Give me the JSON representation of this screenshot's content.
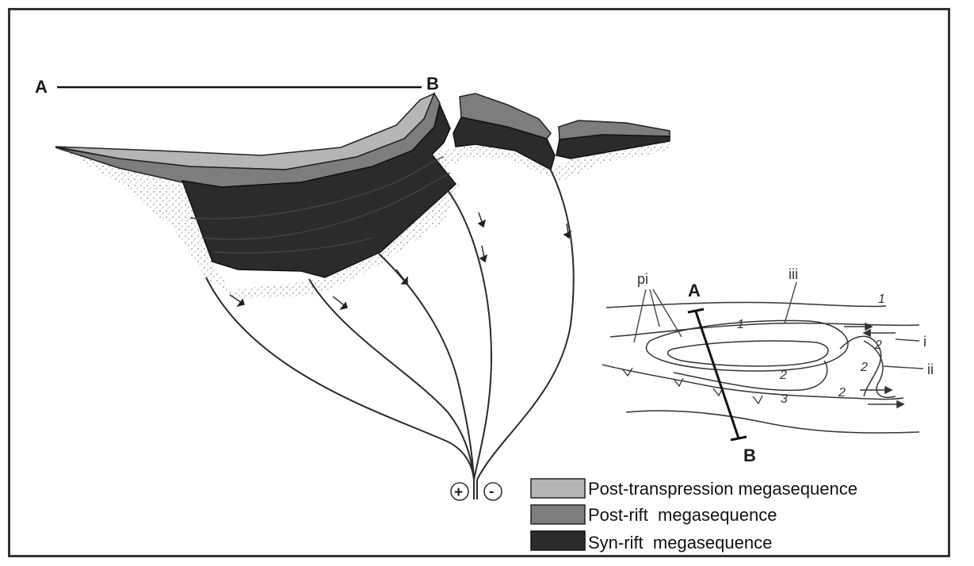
{
  "section": {
    "label_a": "A",
    "label_b": "B"
  },
  "map": {
    "label_a": "A",
    "label_b": "B",
    "label_pi": "pi",
    "label_iii": "iii",
    "label_i": "i",
    "label_ii": "ii",
    "numbers": [
      "1",
      "1",
      "2",
      "2",
      "2",
      "2",
      "3"
    ]
  },
  "polarity": {
    "plus": "+",
    "minus": "-"
  },
  "legend": {
    "items": [
      {
        "label": "Post-transpression megasequence",
        "color": "#b5b5b5"
      },
      {
        "label": "Post-rift  megasequence",
        "color": "#7d7d7d"
      },
      {
        "label": "Syn-rift  megasequence",
        "color": "#2b2b2b"
      }
    ]
  },
  "colors": {
    "post_transpression": "#b5b5b5",
    "post_rift": "#7d7d7d",
    "syn_rift": "#2b2b2b",
    "basement_stipple": "#9a9a9a"
  }
}
